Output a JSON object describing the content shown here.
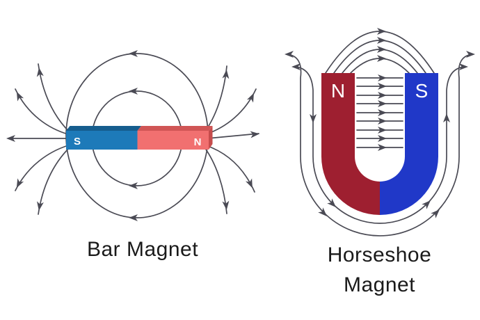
{
  "colors": {
    "background": "#ffffff",
    "field_line": "#4a4a54",
    "bar_south": "#1d7ab9",
    "bar_south_dark": "#155d8e",
    "bar_north": "#f17070",
    "bar_north_dark": "#d05555",
    "bar_side_dark": "#c64c4c",
    "horseshoe_north": "#9e1f30",
    "horseshoe_south": "#2038c8",
    "pole_text": "#ffffff",
    "label_text": "#1a1a1a"
  },
  "bar_magnet": {
    "label": "Bar Magnet",
    "south_pole": "S",
    "north_pole": "N"
  },
  "horseshoe_magnet": {
    "label": "Horseshoe Magnet",
    "north_pole": "N",
    "south_pole": "S"
  }
}
